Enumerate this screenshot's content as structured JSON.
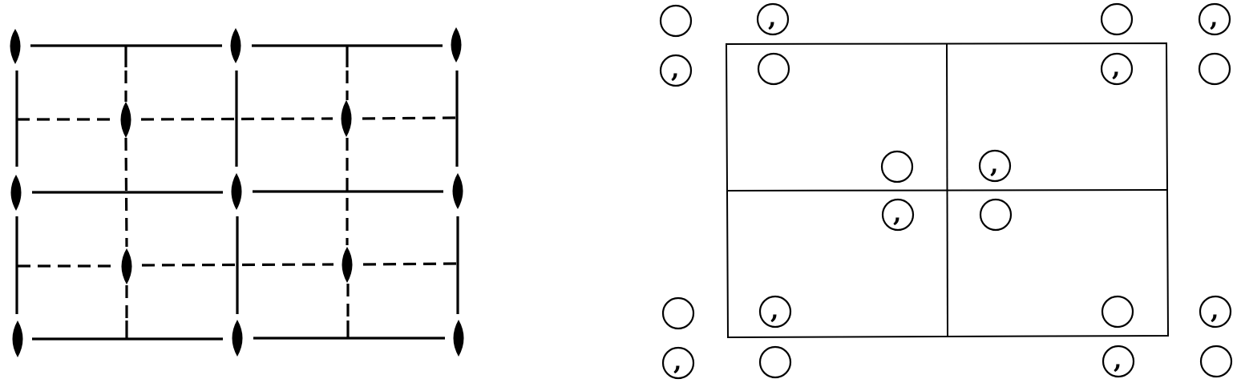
{
  "colors": {
    "ink": "#000000",
    "background": "#ffffff"
  },
  "glyphs": {
    "comma": ","
  },
  "left_pattern": {
    "name": "symmetry-element-diagram",
    "symbols": "twofold-rotation-axis-lens",
    "solid_lines": "mirror-planes",
    "dashed_lines": "glide-planes"
  },
  "right_pattern": {
    "name": "general-position-diagram",
    "symbols": "circle-with-optional-comma",
    "cells": "2x2-unit-cell-outline"
  }
}
